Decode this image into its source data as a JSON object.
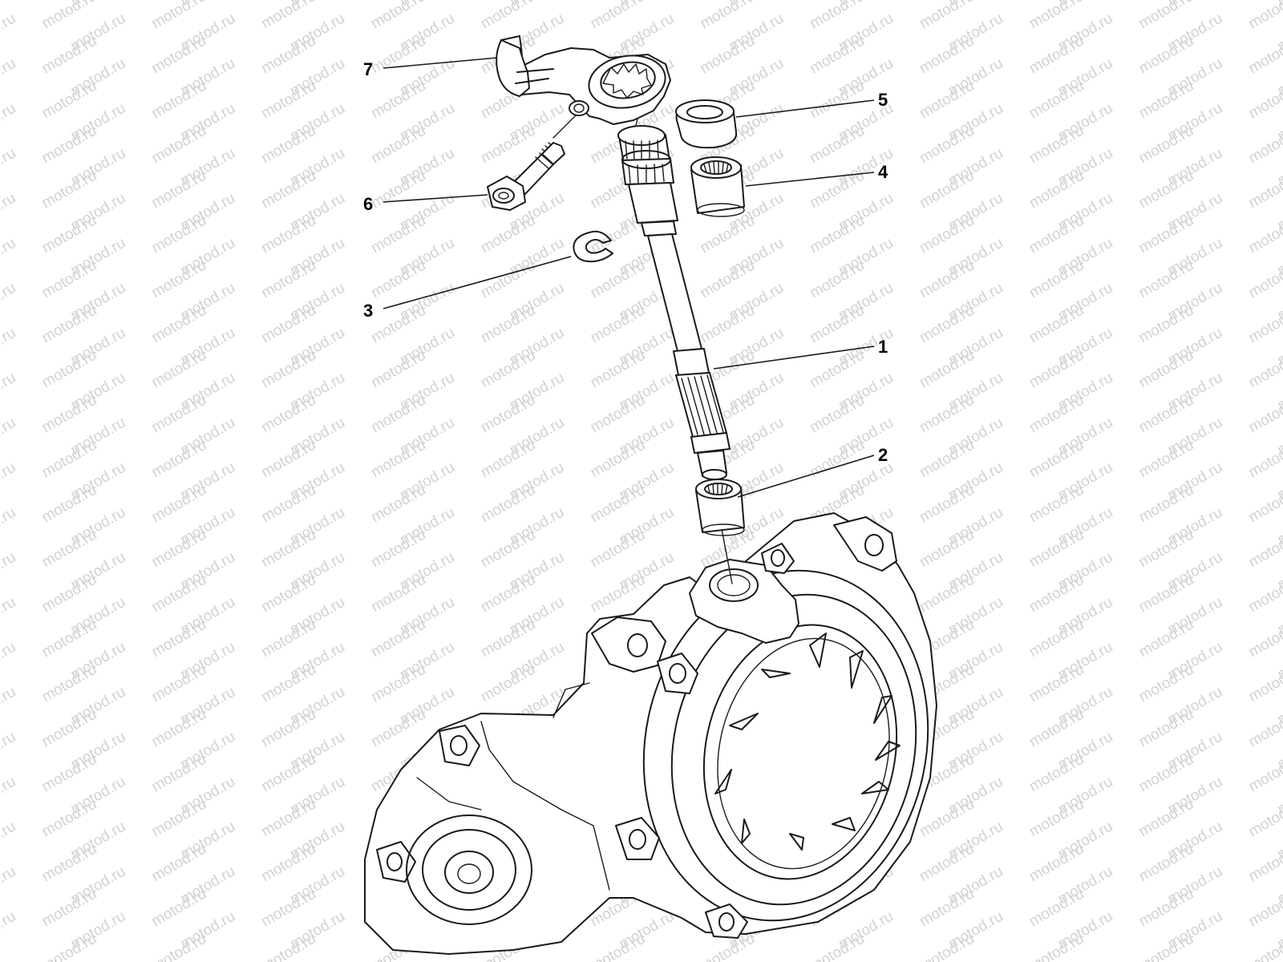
{
  "watermark": {
    "text": "motod.ru",
    "color": "#d2d2d2"
  },
  "callouts": {
    "c1": "1",
    "c2": "2",
    "c3": "3",
    "c4": "4",
    "c5": "5",
    "c6": "6",
    "c7": "7"
  },
  "parts": [
    {
      "id": "1",
      "icon": "shift-shaft-icon"
    },
    {
      "id": "2",
      "icon": "needle-bushing-lower-icon"
    },
    {
      "id": "3",
      "icon": "circlip-icon"
    },
    {
      "id": "4",
      "icon": "needle-bushing-upper-icon"
    },
    {
      "id": "5",
      "icon": "oil-seal-icon"
    },
    {
      "id": "6",
      "icon": "pinch-bolt-icon"
    },
    {
      "id": "7",
      "icon": "shift-lever-icon"
    }
  ]
}
